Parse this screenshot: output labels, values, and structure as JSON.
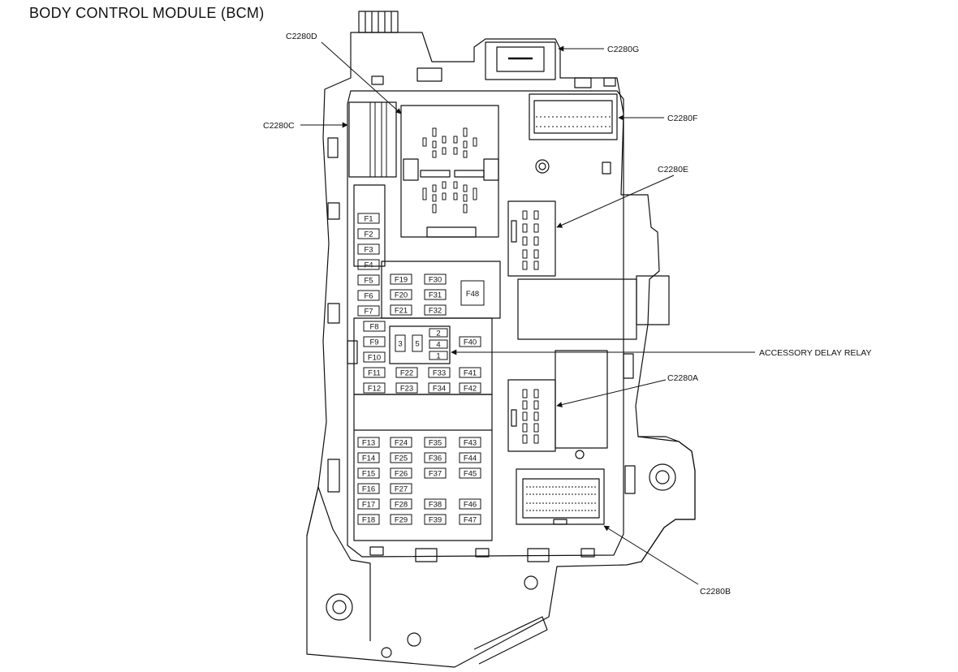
{
  "title": "BODY CONTROL MODULE (BCM)",
  "callouts": {
    "c2280a": "C2280A",
    "c2280b": "C2280B",
    "c2280c": "C2280C",
    "c2280d": "C2280D",
    "c2280e": "C2280E",
    "c2280f": "C2280F",
    "c2280g": "C2280G",
    "relay": "ACCESSORY DELAY RELAY"
  },
  "relay_pins": [
    "1",
    "2",
    "3",
    "4",
    "5"
  ],
  "fuses": [
    "F1",
    "F2",
    "F3",
    "F4",
    "F5",
    "F6",
    "F7",
    "F8",
    "F9",
    "F10",
    "F11",
    "F12",
    "F13",
    "F14",
    "F15",
    "F16",
    "F17",
    "F18",
    "F19",
    "F20",
    "F21",
    "F22",
    "F23",
    "F24",
    "F25",
    "F26",
    "F27",
    "F28",
    "F29",
    "F30",
    "F31",
    "F32",
    "F33",
    "F34",
    "F35",
    "F36",
    "F37",
    "F38",
    "F39",
    "F40",
    "F41",
    "F42",
    "F43",
    "F44",
    "F45",
    "F46",
    "F47",
    "F48"
  ]
}
